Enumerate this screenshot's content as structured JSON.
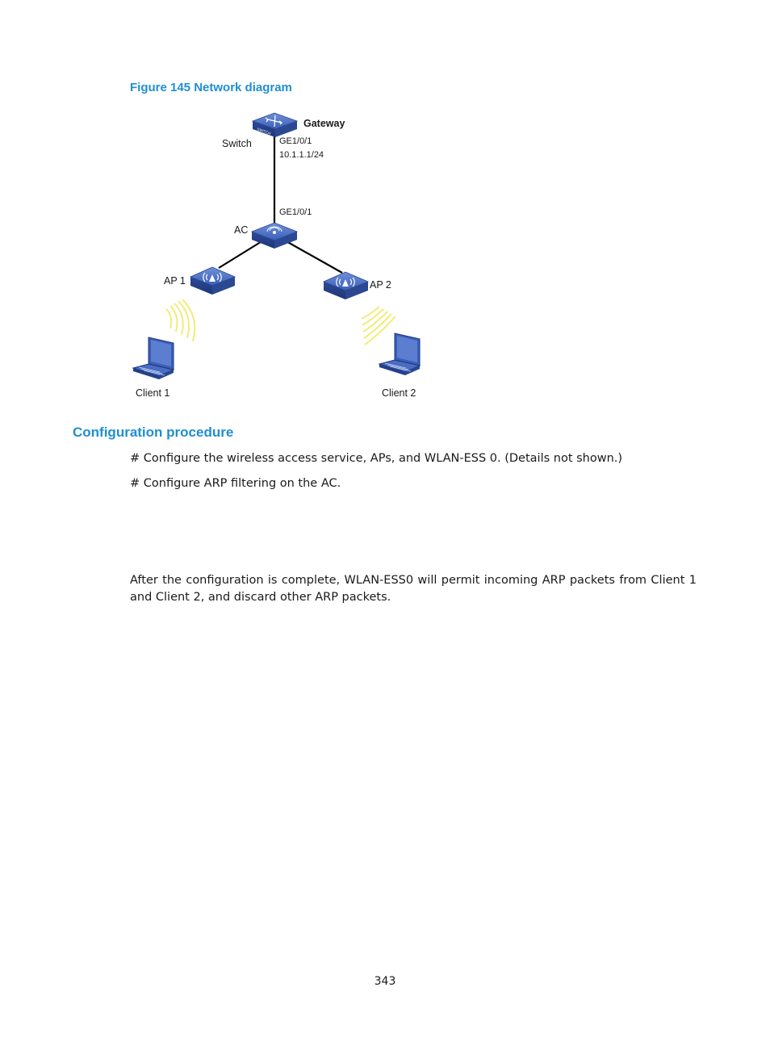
{
  "figure": {
    "caption": "Figure 145 Network diagram",
    "labels": {
      "switch": "Switch",
      "gateway": "Gateway",
      "switch_port": "GE1/0/1",
      "switch_ip": "10.1.1.1/24",
      "ac_port": "GE1/0/1",
      "ac": "AC",
      "ap1": "AP 1",
      "ap2": "AP 2",
      "client1": "Client 1",
      "client2": "Client 2"
    },
    "icons": {
      "switch": "switch-icon",
      "ac": "access-controller-icon",
      "ap": "access-point-icon",
      "wireless": "wireless-signal-icon",
      "client": "laptop-icon"
    },
    "colors": {
      "device_blue": "#3a5fb8",
      "signal_yellow": "#f2ec7a",
      "link": "#000000"
    }
  },
  "section": {
    "heading": "Configuration procedure",
    "paragraphs": [
      "# Configure the wireless access service, APs, and WLAN-ESS 0. (Details not shown.)",
      "# Configure ARP filtering on the AC.",
      "After the configuration is complete, WLAN-ESS0 will permit incoming ARP packets from Client 1 and Client 2, and discard other ARP packets."
    ]
  },
  "page_number": "343"
}
